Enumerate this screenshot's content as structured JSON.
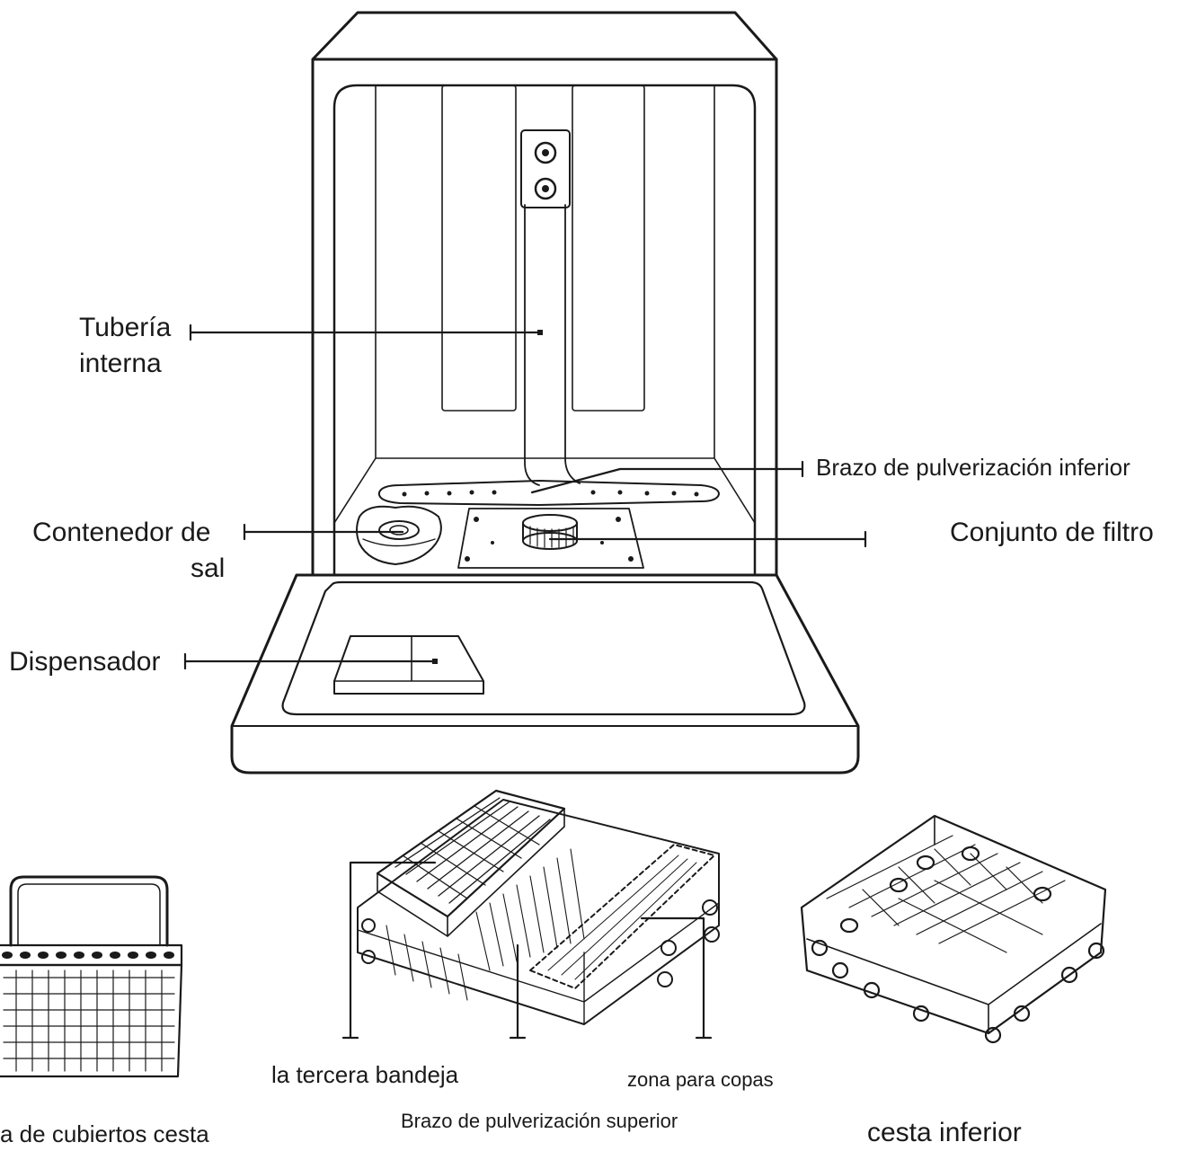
{
  "labels": {
    "internal_pipe_line1": "Tubería",
    "internal_pipe_line2": "interna",
    "lower_spray_arm": "Brazo de pulverización inferior",
    "salt_container_line1": "Contenedor de",
    "salt_container_line2": "sal",
    "filter_assembly": "Conjunto de filtro",
    "dispenser": "Dispensador",
    "third_tray": "la  tercera  bandeja",
    "glass_zone": "zona para copas",
    "upper_spray_arm": "Brazo de pulverización superior",
    "cutlery_basket": "a de cubiertos cesta",
    "lower_basket": "cesta inferior"
  },
  "colors": {
    "line": "#1a1a1a",
    "background": "#ffffff"
  }
}
